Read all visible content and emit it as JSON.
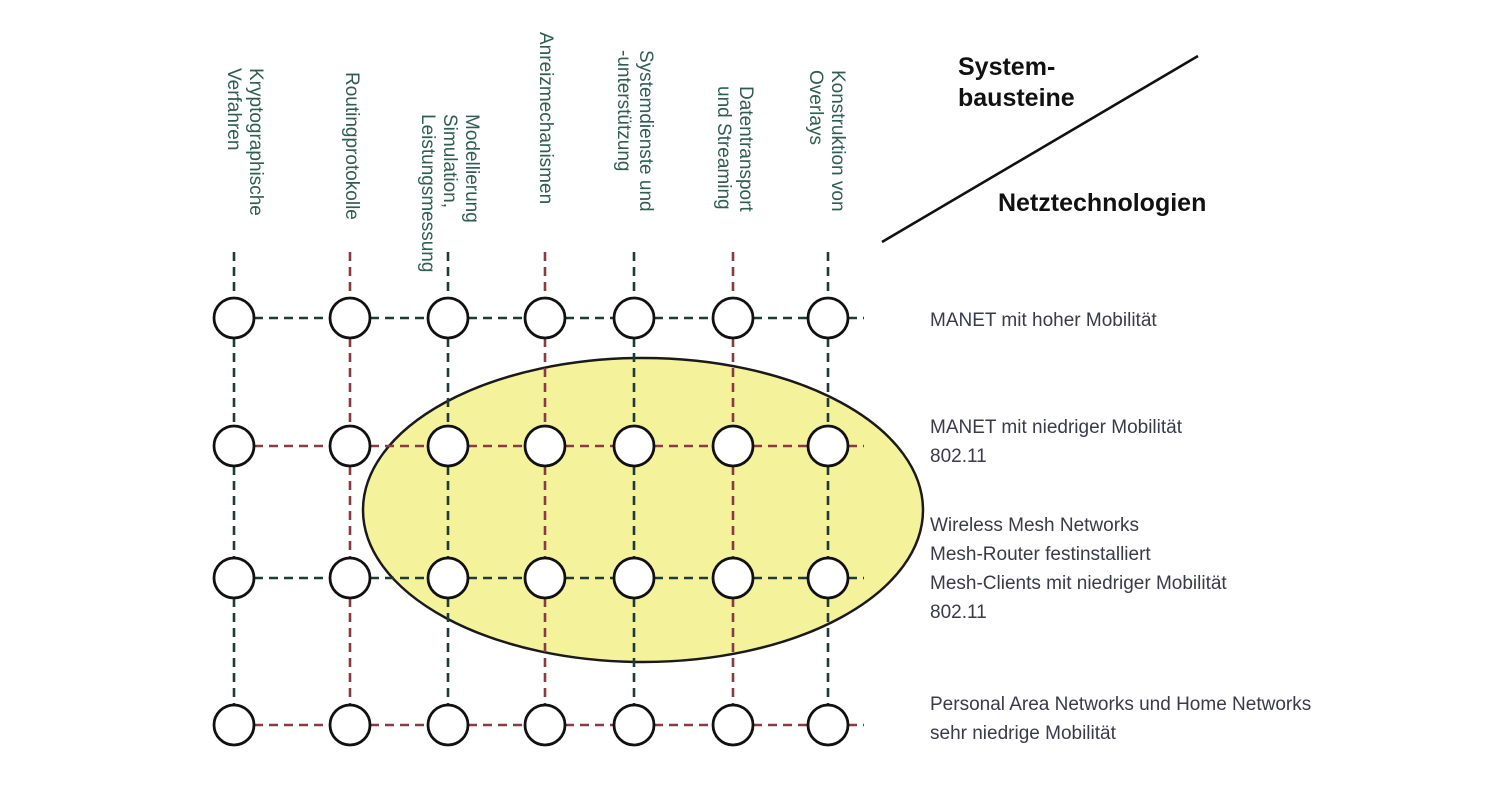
{
  "corner": {
    "top_label": "System-\nbausteine",
    "bottom_label": "Netztechnologien"
  },
  "columns": [
    {
      "label": "Kryptographische\nVerfahren"
    },
    {
      "label": "Routingprotokolle"
    },
    {
      "label": "Modellierung\nSimulation,\nLeistungsmessung"
    },
    {
      "label": "Anreizmechanismen"
    },
    {
      "label": "Systemdienste und\n-unterstützung"
    },
    {
      "label": "Datentransport\nund Streaming"
    },
    {
      "label": "Konstruktion von\nOverlays"
    }
  ],
  "rows": [
    {
      "label": "MANET mit hoher Mobilität"
    },
    {
      "label": "MANET mit niedriger Mobilität\n802.11"
    },
    {
      "label": "Wireless Mesh Networks\nMesh-Router festinstalliert\nMesh-Clients mit niedriger Mobilität\n802.11"
    },
    {
      "label": "Personal Area Networks und Home Networks\nsehr niedrige Mobilität"
    }
  ],
  "colors": {
    "highlight_fill": "#f5f29c",
    "highlight_stroke": "#1a1a1a",
    "node_stroke": "#111111",
    "line_dark": "#1e3b35",
    "line_red": "#8a3a44"
  }
}
